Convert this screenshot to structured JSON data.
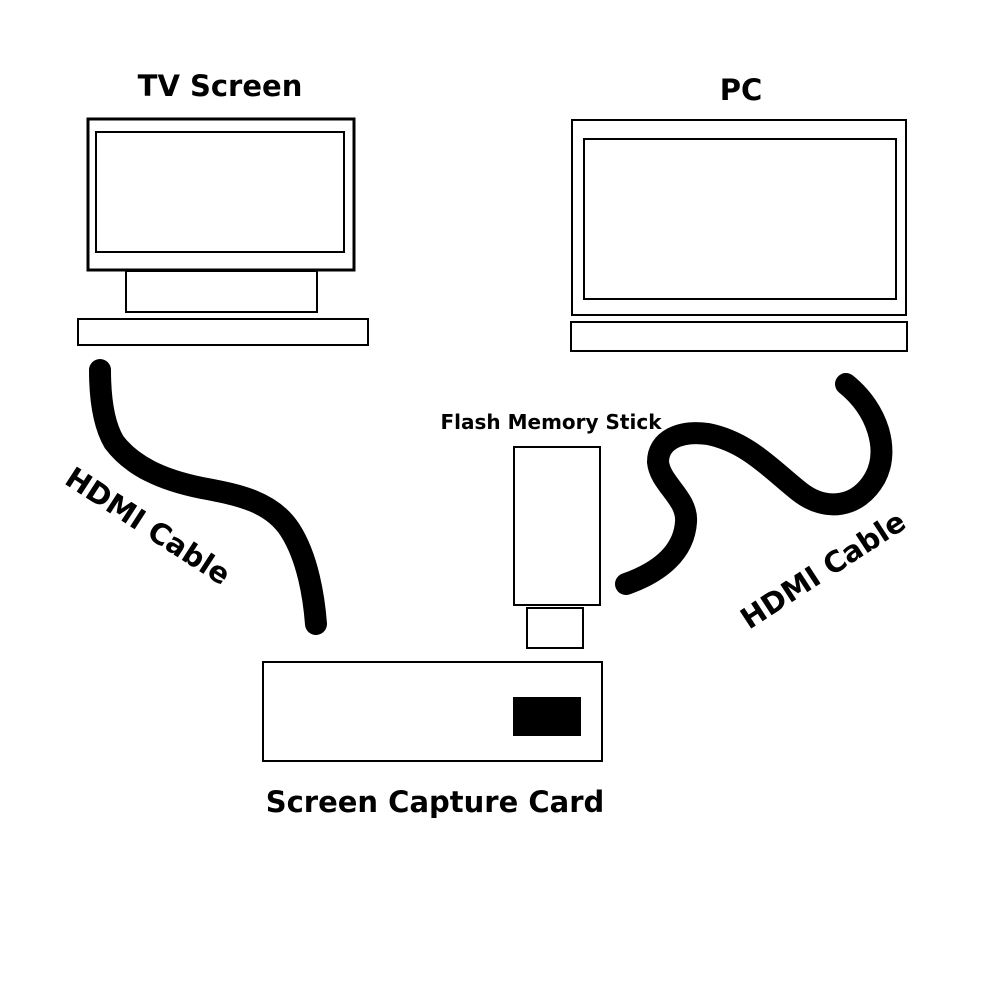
{
  "labels": {
    "tv": "TV Screen",
    "pc": "PC",
    "flash": "Flash Memory Stick",
    "hdmi_left": "HDMI Cable",
    "hdmi_right": "HDMI Cable",
    "capture": "Screen Capture Card"
  },
  "colors": {
    "ink": "#000000",
    "paper": "#ffffff"
  }
}
